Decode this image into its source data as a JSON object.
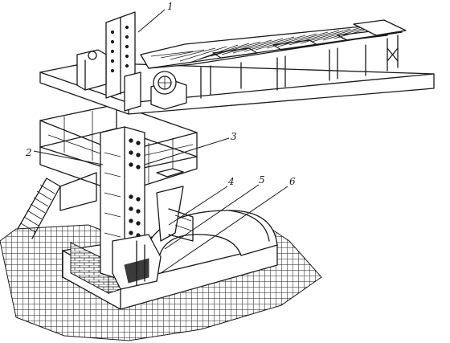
{
  "callouts": [
    {
      "id": "1",
      "text": "1"
    },
    {
      "id": "2",
      "text": "2"
    },
    {
      "id": "3",
      "text": "3"
    },
    {
      "id": "4",
      "text": "4"
    },
    {
      "id": "5",
      "text": "5"
    },
    {
      "id": "6",
      "text": "6"
    }
  ],
  "colors": {
    "ink": "#1a1a1a",
    "paper": "#ffffff"
  }
}
